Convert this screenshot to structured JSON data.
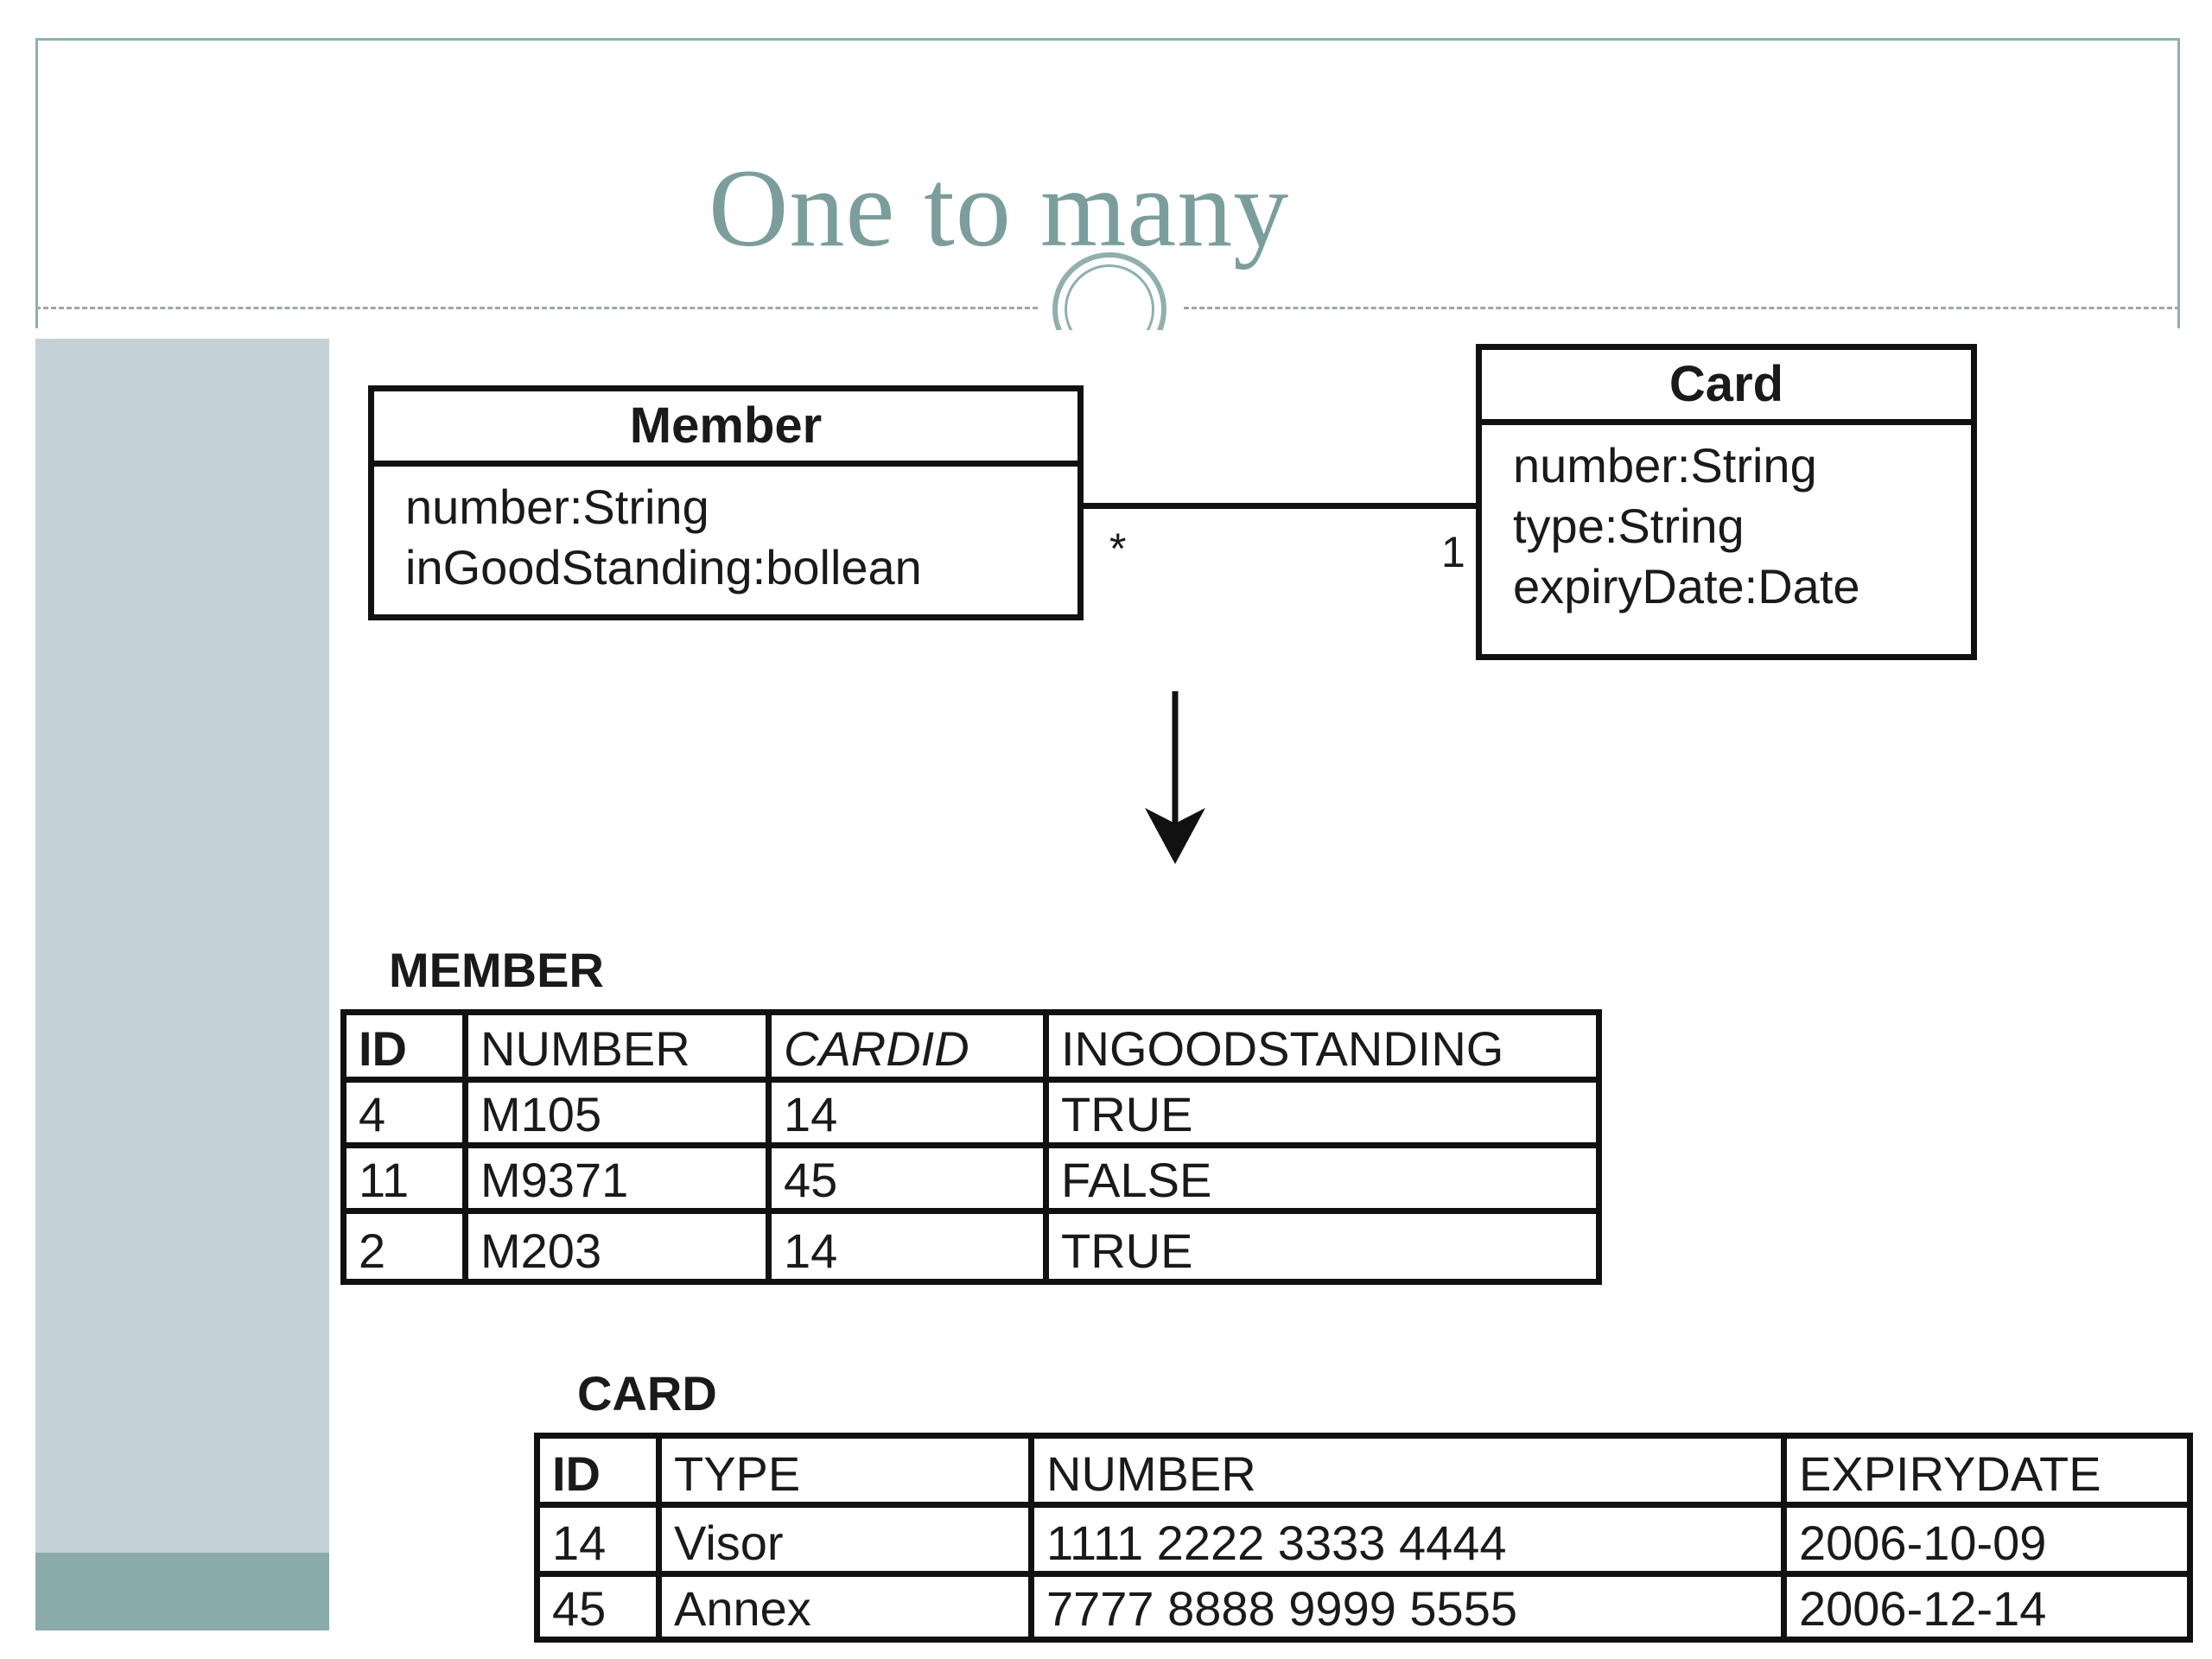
{
  "slide": {
    "title": "One to many"
  },
  "uml": {
    "member": {
      "name": "Member",
      "attributes": [
        "number:String",
        "inGoodStanding:bollean"
      ]
    },
    "card": {
      "name": "Card",
      "attributes": [
        "number:String",
        "type:String",
        "expiryDate:Date"
      ]
    },
    "association": {
      "member_multiplicity": "*",
      "card_multiplicity": "1"
    }
  },
  "tables": {
    "member": {
      "title": "MEMBER",
      "columns": [
        "ID",
        "NUMBER",
        "CARDID",
        "INGOODSTANDING"
      ],
      "rows": [
        [
          "4",
          "M105",
          "14",
          "TRUE"
        ],
        [
          "11",
          "M9371",
          "45",
          "FALSE"
        ],
        [
          "2",
          "M203",
          "14",
          "TRUE"
        ]
      ]
    },
    "card": {
      "title": "CARD",
      "columns": [
        "ID",
        "TYPE",
        "NUMBER",
        "EXPIRYDATE"
      ],
      "rows": [
        [
          "14",
          "Visor",
          "1111 2222 3333 4444",
          "2006-10-09"
        ],
        [
          "45",
          "Annex",
          "7777 8888 9999 5555",
          "2006-12-14"
        ]
      ]
    }
  },
  "colors": {
    "accent": "#7a9e9c",
    "sidebar": "#c4d1d6",
    "sidebar_bottom": "#8aabab"
  }
}
